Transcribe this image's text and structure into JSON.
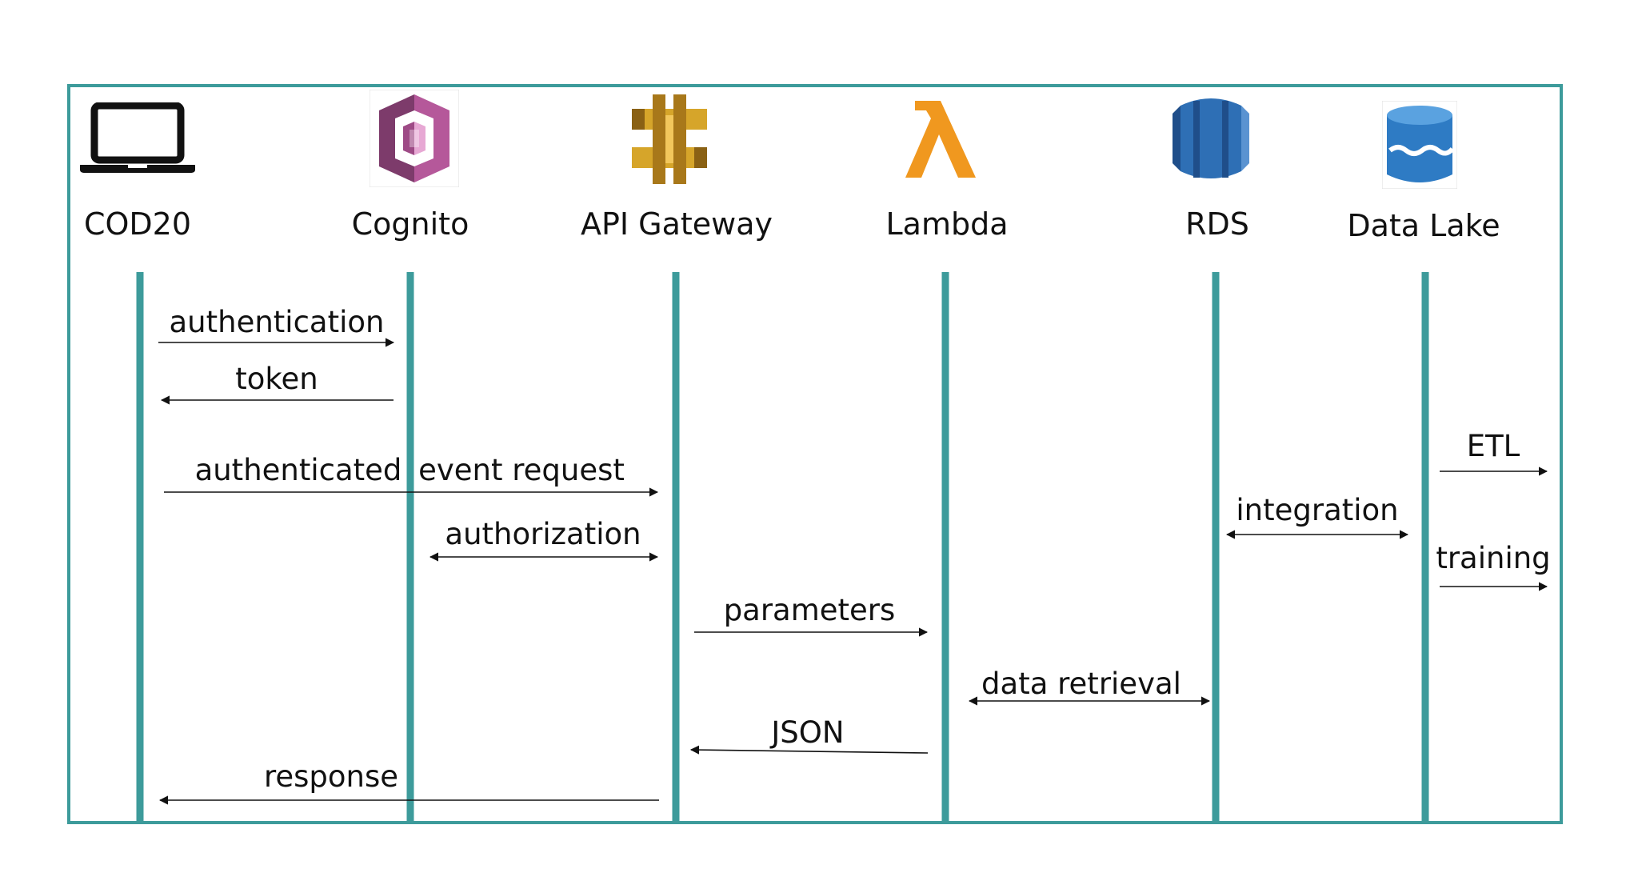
{
  "participants": [
    {
      "id": "cod20",
      "label": "COD20",
      "icon": "laptop-icon"
    },
    {
      "id": "cognito",
      "label": "Cognito",
      "icon": "cognito-icon"
    },
    {
      "id": "api_gateway",
      "label": "API Gateway",
      "icon": "api-gateway-icon"
    },
    {
      "id": "lambda",
      "label": "Lambda",
      "icon": "lambda-icon"
    },
    {
      "id": "rds",
      "label": "RDS",
      "icon": "rds-database-icon"
    },
    {
      "id": "data_lake",
      "label": "Data Lake",
      "icon": "data-lake-bucket-icon"
    }
  ],
  "messages": [
    {
      "label": "authentication",
      "from": "COD20",
      "to": "Cognito"
    },
    {
      "label": "token",
      "from": "Cognito",
      "to": "COD20"
    },
    {
      "label": "authenticated",
      "from": "COD20",
      "to": "API Gateway"
    },
    {
      "label": "event request",
      "from": "COD20",
      "to": "API Gateway"
    },
    {
      "label": "authorization",
      "from": "Cognito",
      "to": "API Gateway",
      "bidirectional": true
    },
    {
      "label": "parameters",
      "from": "API Gateway",
      "to": "Lambda"
    },
    {
      "label": "data retrieval",
      "from": "Lambda",
      "to": "RDS",
      "bidirectional": true
    },
    {
      "label": "JSON",
      "from": "Lambda",
      "to": "API Gateway"
    },
    {
      "label": "response",
      "from": "API Gateway",
      "to": "COD20"
    },
    {
      "label": "integration",
      "from": "RDS",
      "to": "Data Lake",
      "bidirectional": true
    },
    {
      "label": "ETL",
      "from": "Data Lake",
      "to": "outside"
    },
    {
      "label": "training",
      "from": "Data Lake",
      "to": "outside"
    }
  ],
  "colors": {
    "frame": "#3d9b9b",
    "lifeline": "#3d9b9b",
    "cognito": "#b5589a",
    "api_gateway": "#d6a52a",
    "lambda": "#f0981f",
    "rds": "#2e6fb5",
    "data_lake": "#2e7bc4"
  }
}
